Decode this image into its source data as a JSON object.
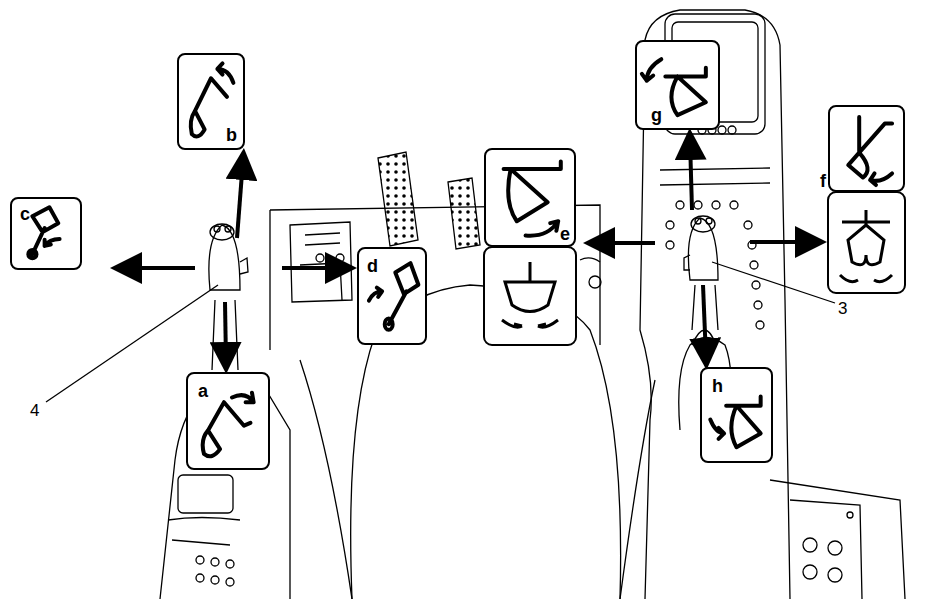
{
  "diagram": {
    "nodes": [
      {
        "text": [
          "g"
        ]
      },
      {
        "text": [
          "b"
        ]
      },
      {
        "text": [
          "f"
        ]
      },
      {
        "text": [
          "e"
        ]
      },
      {
        "text": [
          "c"
        ]
      },
      {
        "text": [
          "d"
        ]
      },
      {
        "text": [
          "a"
        ]
      },
      {
        "text": [
          "h"
        ]
      }
    ],
    "labels": [
      "4",
      "3"
    ]
  }
}
